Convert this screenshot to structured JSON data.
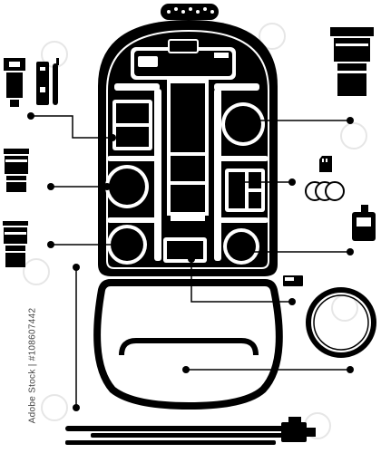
{
  "stock_id": "Adobe Stock | #108607442",
  "colors": {
    "ink": "#000000",
    "paper": "#ffffff",
    "watermark": "#e6e6e6"
  },
  "items": [
    "camera-backpack",
    "dslr-camera",
    "telephoto-lens",
    "flash-unit",
    "remote-trigger",
    "zoom-lens",
    "prime-lens",
    "memory-card",
    "lens-filters",
    "battery-charger",
    "battery",
    "circular-filter",
    "tripod",
    "backpack-front-pocket"
  ]
}
